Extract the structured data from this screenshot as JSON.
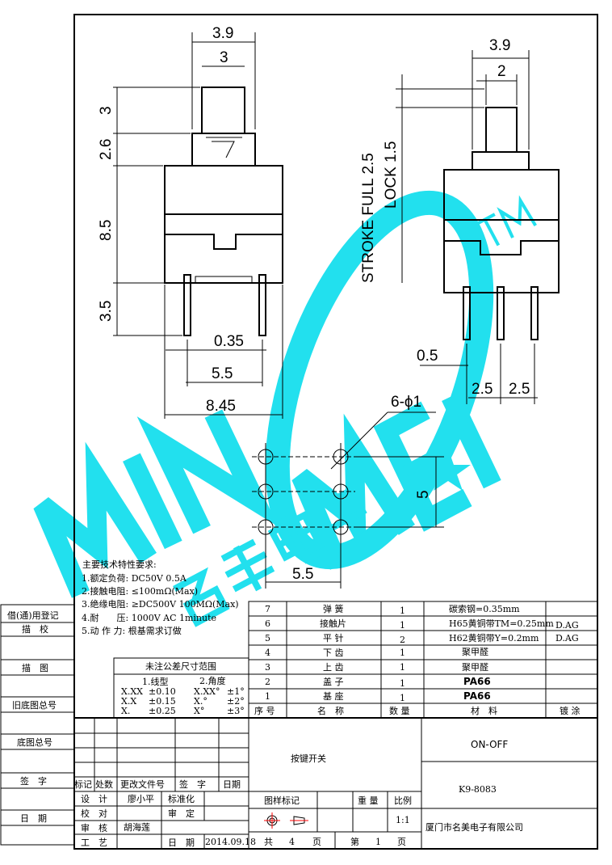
{
  "watermark": {
    "brand": "MINGMEI",
    "tm": "TM",
    "chinese": "名美电子"
  },
  "left_view": {
    "dims": {
      "top_width": "3.9",
      "plunger_width": "3",
      "plunger_height": "3",
      "cap_height": "2.6",
      "body_height": "8.5",
      "pin_length": "3.5",
      "pin_thickness": "0.35",
      "pin_spacing": "5.5",
      "body_width": "8.45"
    }
  },
  "right_view": {
    "dims": {
      "top_width": "3.9",
      "plunger_width": "2",
      "stroke": "STROKE FULL 2.5",
      "lock": "LOCK 1.5",
      "pin_width": "0.5",
      "pitch1": "2.5",
      "pitch2": "2.5"
    }
  },
  "pcb_layout": {
    "holes": "6-ϕ1",
    "row_span": "5",
    "col_span": "5.5"
  },
  "notes": {
    "title": "主要技术特性要求:",
    "items": [
      "1.额定负荷: DC50V 0.5A",
      "2.接触电阻: ≤100mΩ(Max)",
      "3.绝缘电阻: ≥DC500V 100MΩ(Max)",
      "4.耐　　压: 1000V AC 1minute",
      "5.动 作 力: 根基需求订做"
    ]
  },
  "tolerance": {
    "title": "未注公差尺寸范围",
    "linear_title": "1.线型",
    "angle_title": "2.角度",
    "linear": [
      [
        "X.XX",
        "±0.10"
      ],
      [
        "X.X",
        "±0.15"
      ],
      [
        "X.",
        "±0.25"
      ]
    ],
    "angle": [
      [
        "X.XX°",
        "±1°"
      ],
      [
        "X.°",
        "±2°"
      ],
      [
        "X°",
        "±3°"
      ]
    ]
  },
  "bom": {
    "headers": [
      "序 号",
      "名　称",
      "数 量",
      "材　料",
      "镀 涂"
    ],
    "rows": [
      [
        "7",
        "弹 簧",
        "1",
        "碳索钢=0.35mm",
        ""
      ],
      [
        "6",
        "接触片",
        "1",
        "H65黄铜带TM=0.25mm",
        "D.AG"
      ],
      [
        "5",
        "平 针",
        "2",
        "H62黄铜带Y=0.2mm",
        "D.AG"
      ],
      [
        "4",
        "下 齿",
        "1",
        "聚甲醛",
        ""
      ],
      [
        "3",
        "上 齿",
        "1",
        "聚甲醛",
        ""
      ],
      [
        "2",
        "盖 子",
        "1",
        "PA66",
        ""
      ],
      [
        "1",
        "基 座",
        "1",
        "PA66",
        ""
      ]
    ]
  },
  "side_column": [
    "借(通)用登记",
    "描　校",
    "描　图",
    "旧底图总号",
    "底图总号",
    "签　字",
    "日　期"
  ],
  "revision_headers": [
    "标记",
    "处数",
    "更改文件号",
    "签　字",
    "日期"
  ],
  "approvals": {
    "design_label": "设　计",
    "design": "廖小平",
    "standard_label": "标准化",
    "check_label": "校　对",
    "approve_label": "审　定",
    "review_label": "审　核",
    "review": "胡海莲",
    "process_label": "工　艺",
    "date_label": "日　期",
    "date": "2014.09.18"
  },
  "title_block": {
    "product_name": "按键开关",
    "type": "ON-OFF",
    "part_number": "K9-8083",
    "drawing_mark_label": "图样标记",
    "weight_label": "重 量",
    "scale_label": "比例",
    "scale": "1:1",
    "total_pages_label_pre": "共",
    "total_pages": "4",
    "page_suffix": "页",
    "page_label_pre": "第",
    "page": "1",
    "page_suffix2": "页",
    "company": "厦门市名美电子有限公司"
  }
}
